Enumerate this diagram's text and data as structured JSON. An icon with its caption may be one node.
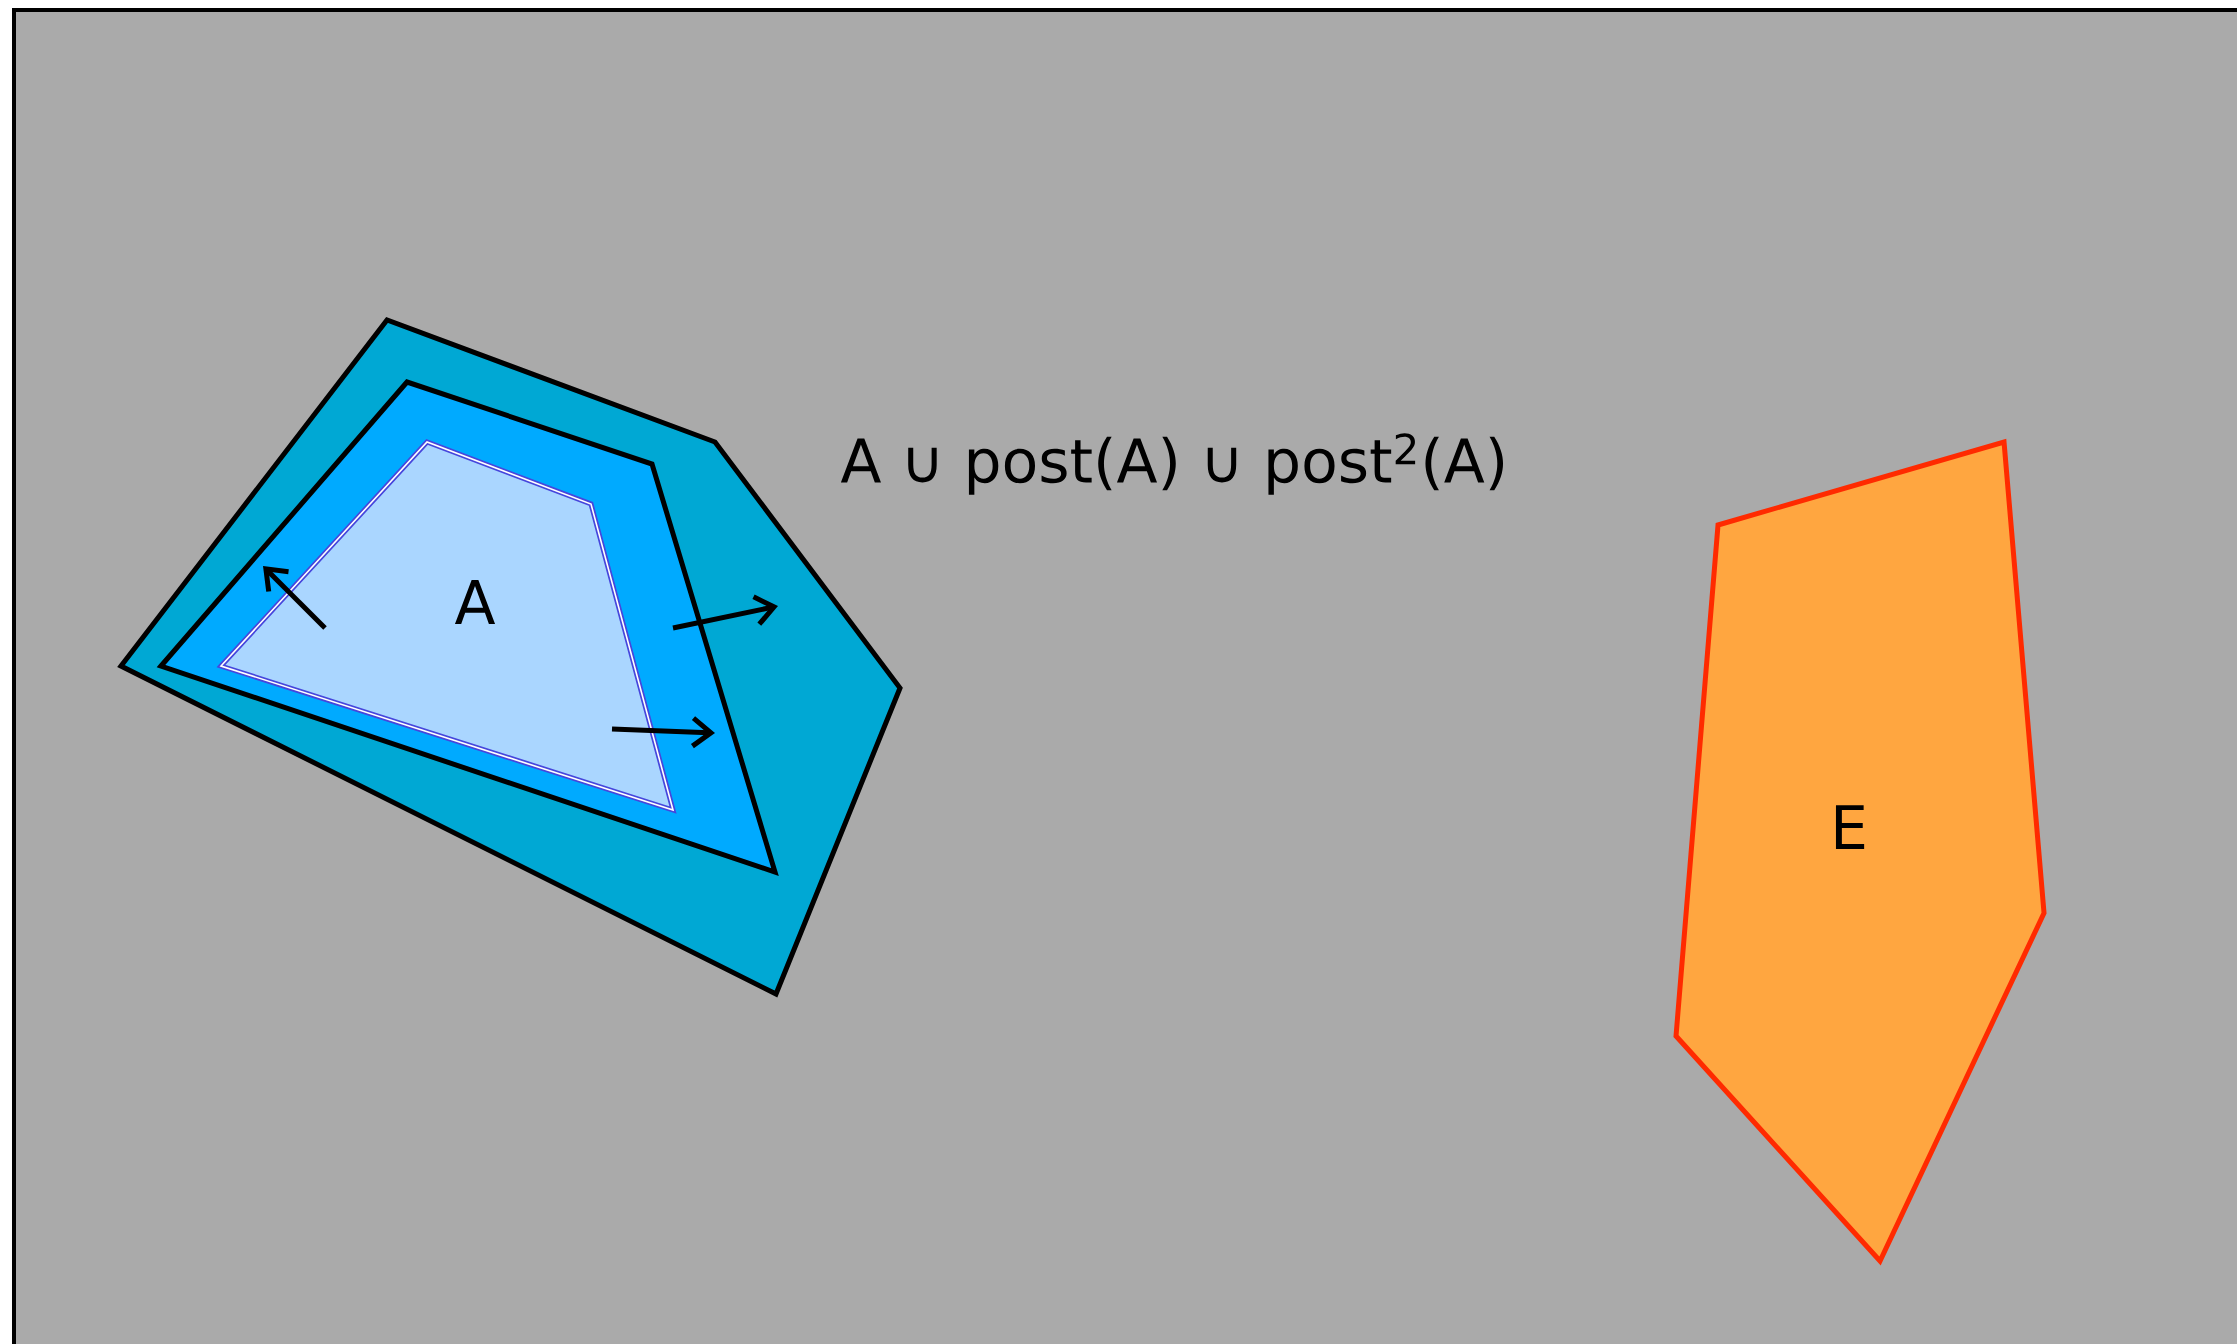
{
  "diagram": {
    "nodes": [
      {
        "text": [],
        "shape": "polygon"
      },
      {
        "text": [],
        "shape": "polygon",
        "in": 0
      },
      {
        "text": [
          "A"
        ],
        "in": 1
      },
      {
        "text": [
          "E"
        ]
      }
    ],
    "labels": [
      "A ∪ post(A) ∪ post$^{2}$(A)"
    ]
  }
}
